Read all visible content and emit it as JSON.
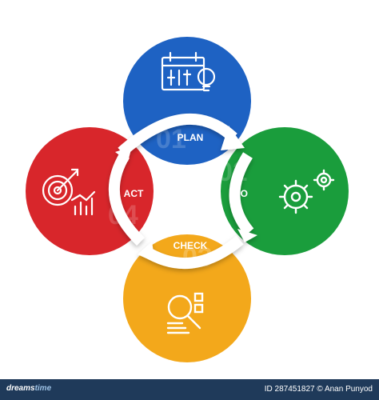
{
  "diagram": {
    "stages": [
      {
        "key": "plan",
        "label": "PLAN",
        "number": "01",
        "color": "#1e62c3",
        "icon": "calendar-lightbulb-icon"
      },
      {
        "key": "do",
        "label": "DO",
        "number": "02",
        "color": "#1a9d3c",
        "icon": "gears-icon"
      },
      {
        "key": "check",
        "label": "CHECK",
        "number": "03",
        "color": "#f3a81b",
        "icon": "magnifier-checklist-icon"
      },
      {
        "key": "act",
        "label": "ACT",
        "number": "04",
        "color": "#d8262b",
        "icon": "target-chart-icon"
      }
    ]
  },
  "footer": {
    "watermark_left": "dreams",
    "watermark_right": "time",
    "credit": "ID 287451827 © Anan Punyod"
  }
}
